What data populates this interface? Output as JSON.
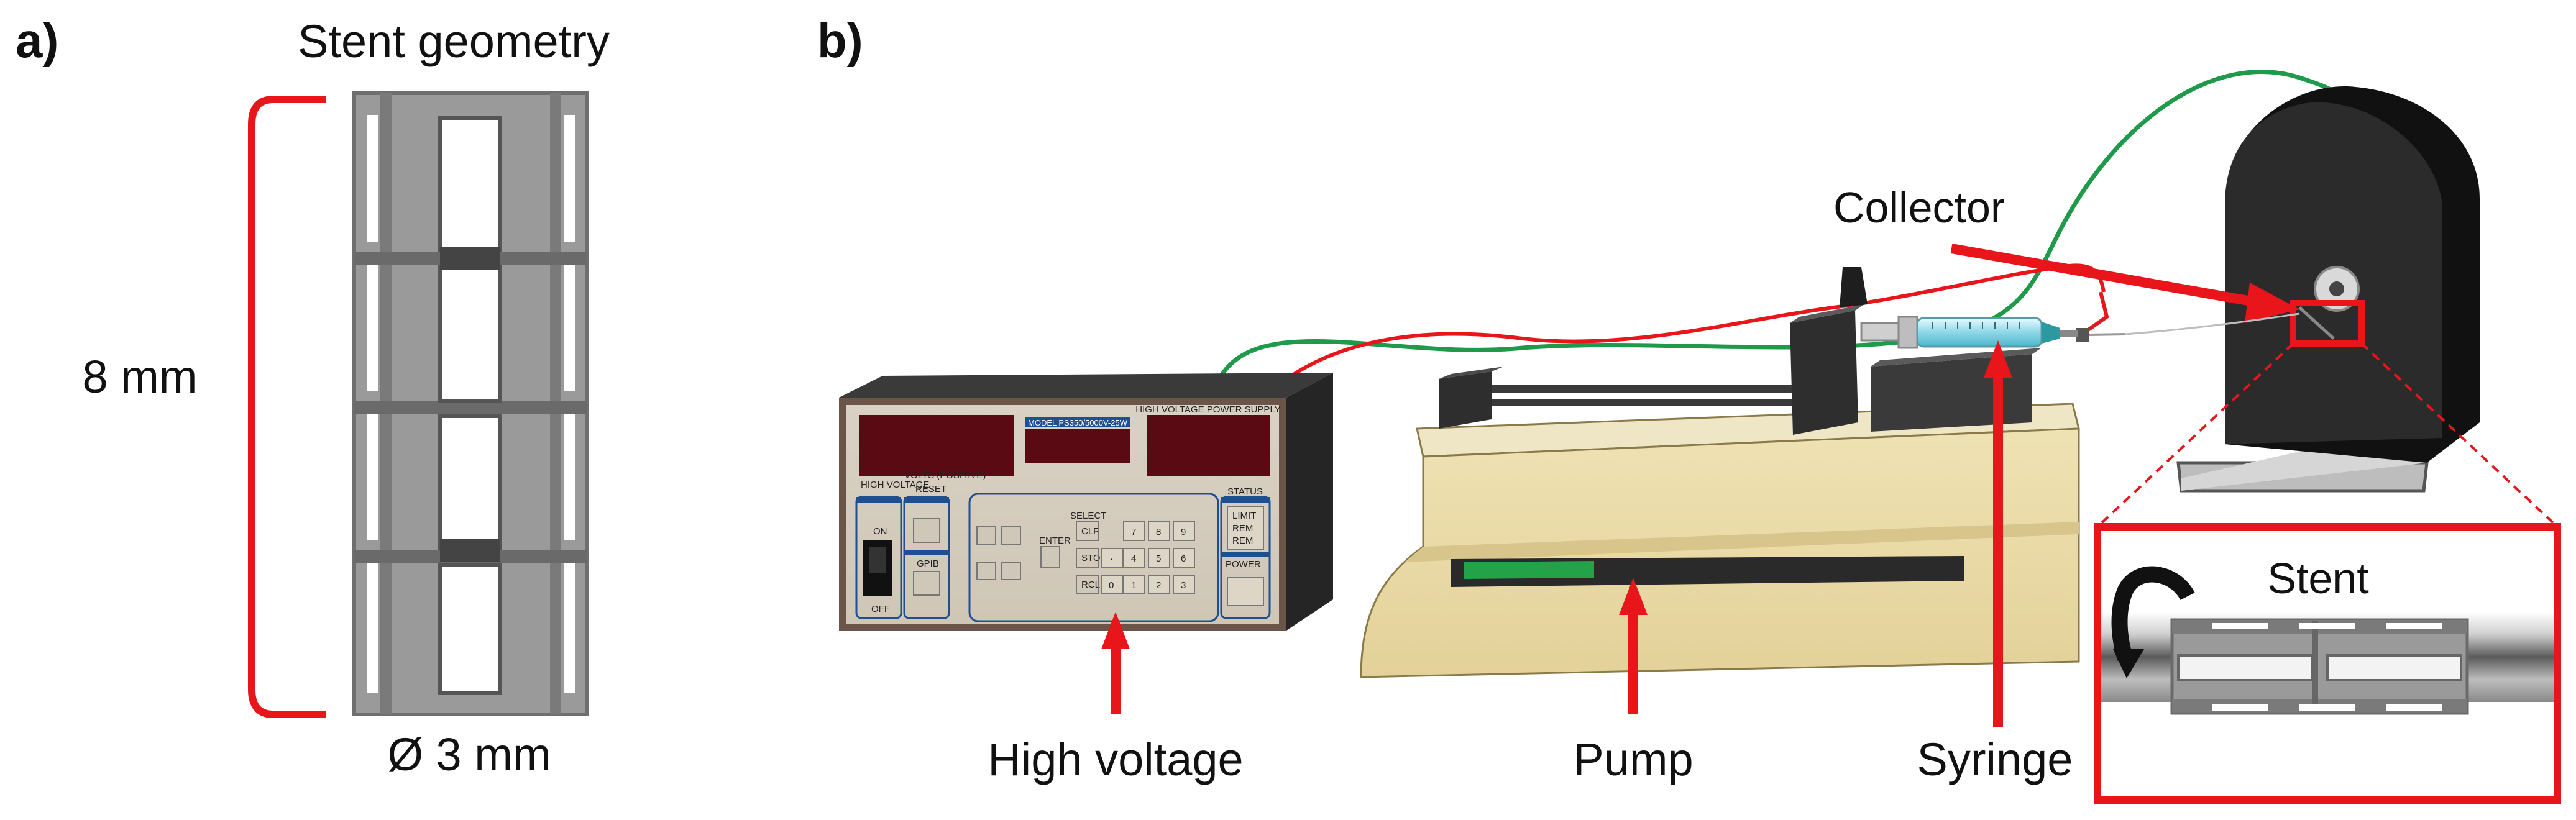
{
  "panel_a": {
    "letter": "a)",
    "title": "Stent geometry",
    "length_label": "8 mm",
    "diameter_label": "Ø 3 mm"
  },
  "panel_b": {
    "letter": "b)",
    "labels": {
      "collector": "Collector",
      "high_voltage": "High voltage",
      "pump": "Pump",
      "syringe": "Syringe",
      "stent": "Stent"
    },
    "hv_panel_text": {
      "model": "MODEL PS350/5000V-25W",
      "supply": "HIGH VOLTAGE POWER SUPPLY",
      "high_voltage": "HIGH VOLTAGE",
      "volts": "VOLTS (POSITIVE)",
      "reset": "RESET",
      "on": "ON",
      "off": "OFF",
      "gpib": "GPIB",
      "select": "SELECT",
      "enter": "ENTER",
      "clr": "CLR",
      "sto": "STO",
      "rcl": "RCL",
      "status": "STATUS",
      "limit": "LIMIT",
      "rem": "REM",
      "remx": "REM",
      "power": "POWER",
      "keys": [
        "7",
        "8",
        "9",
        "4",
        "5",
        "6",
        "0",
        "1",
        "2",
        "3",
        "·"
      ]
    }
  },
  "colors": {
    "accent_red": "#e8151b",
    "wire_green": "#1f9a4a",
    "device_dark": "#2b2b2b",
    "pump_beige": "#e7d7a2",
    "stent_gray": "#9a9a9a"
  }
}
